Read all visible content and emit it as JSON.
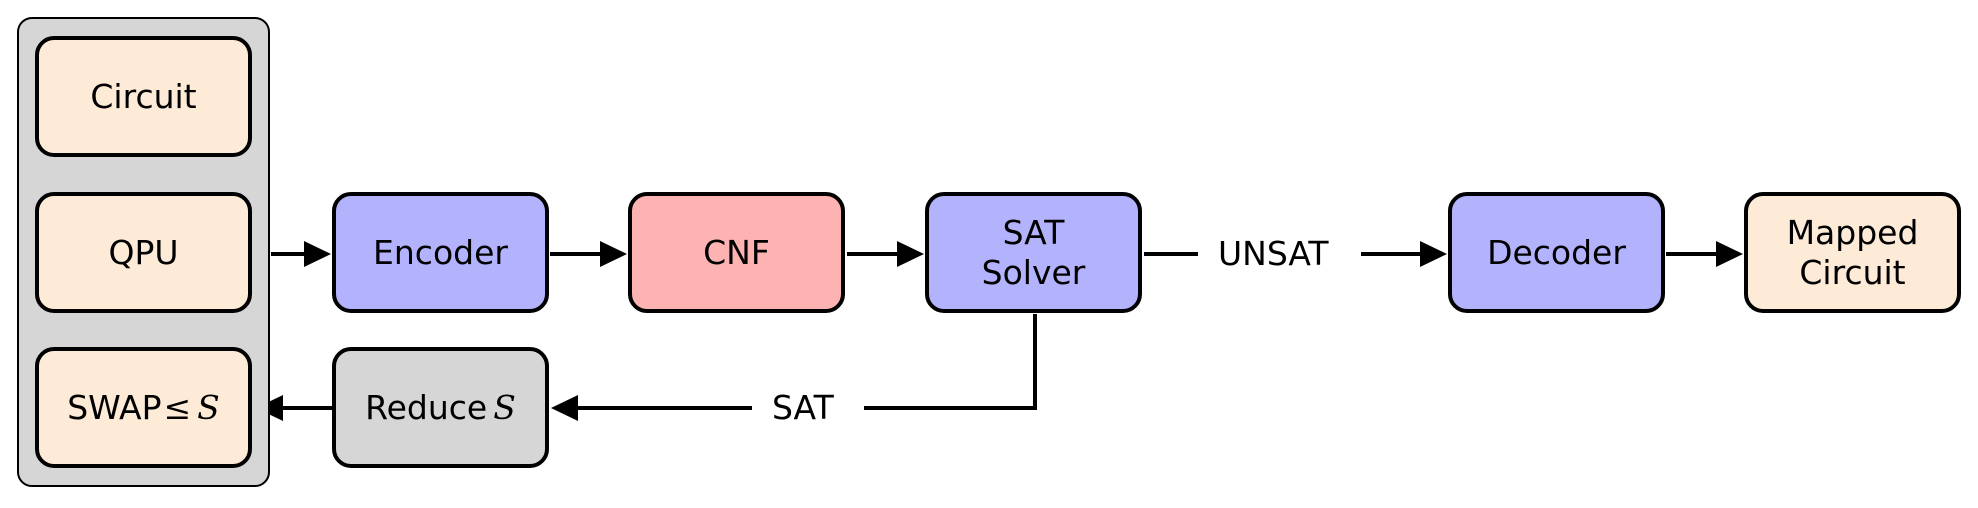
{
  "diagram": {
    "nodes": {
      "circuit": {
        "label": "Circuit"
      },
      "qpu": {
        "label": "QPU"
      },
      "swap": {
        "label": "SWAP",
        "relation": "≤",
        "symbol": "S"
      },
      "encoder": {
        "label": "Encoder"
      },
      "cnf": {
        "label": "CNF"
      },
      "sat_solver": {
        "label": "SAT\nSolver"
      },
      "decoder": {
        "label": "Decoder"
      },
      "mapped_circuit": {
        "label": "Mapped\nCircuit"
      },
      "reduce": {
        "label": "Reduce",
        "symbol": "S"
      }
    },
    "edge_labels": {
      "unsat": "UNSAT",
      "sat": "SAT"
    },
    "colors": {
      "input": "#fdebd8",
      "process": "#b3b3fd",
      "cnf": "#feb3b3",
      "reduce": "#d6d6d6",
      "stroke": "#000000"
    }
  }
}
